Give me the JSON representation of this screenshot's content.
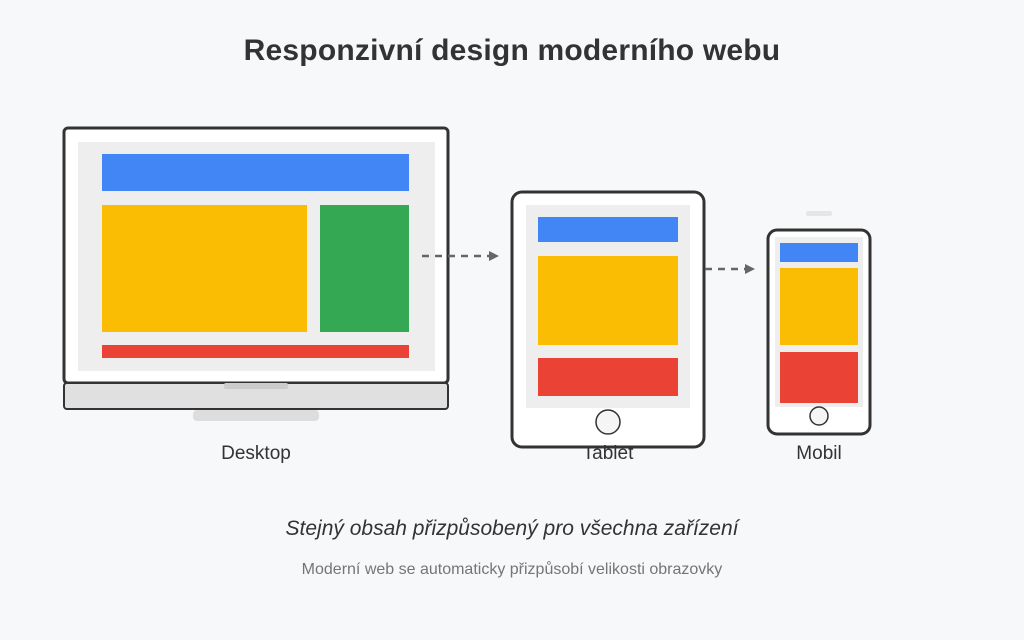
{
  "title": "Responzivní design moderního webu",
  "devices": {
    "desktop": {
      "label": "Desktop"
    },
    "tablet": {
      "label": "Tablet"
    },
    "mobile": {
      "label": "Mobil"
    }
  },
  "subtitle": "Stejný obsah přizpůsobený pro všechna zařízení",
  "caption": "Moderní web se automaticky přizpůsobí velikosti obrazovky",
  "colors": {
    "header_block": "#4285f4",
    "main_block": "#fbbc04",
    "side_block": "#34a853",
    "footer_block": "#ea4335",
    "device_frame": "#333333",
    "screen_background": "#eeeeee",
    "arrow": "#666666"
  }
}
